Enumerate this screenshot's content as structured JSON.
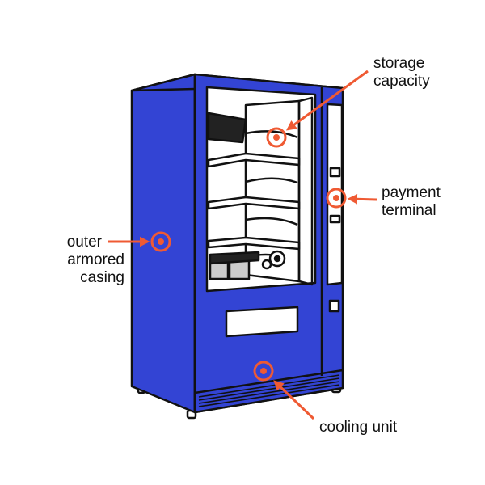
{
  "colors": {
    "body": "#3344d4",
    "outline": "#111111",
    "marker": "#ef5a33",
    "interior": "#ffffff"
  },
  "callouts": {
    "storage": {
      "line1": "storage",
      "line2": "capacity"
    },
    "payment": {
      "line1": "payment",
      "line2": "terminal"
    },
    "casing": {
      "line1": "outer",
      "line2": "armored",
      "line3": "casing"
    },
    "cooling": {
      "line1": "cooling unit"
    }
  },
  "icons": {
    "marker": "target-ring-icon",
    "pointer": "arrow-icon"
  }
}
